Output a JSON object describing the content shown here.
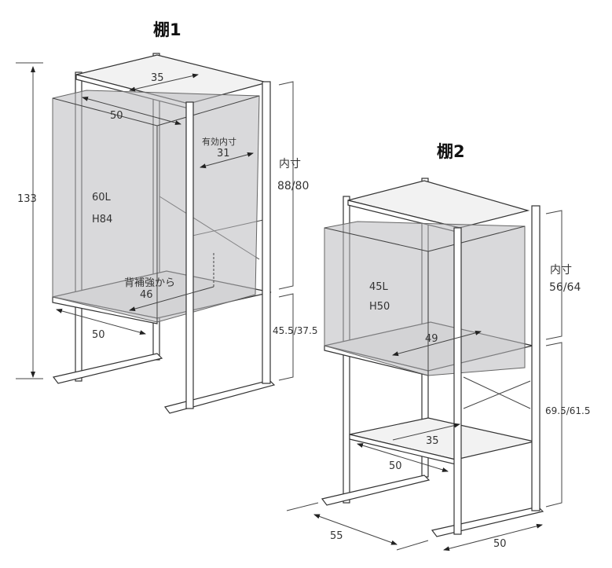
{
  "shelf1": {
    "title": "棚1",
    "height_total": "133",
    "top_depth": "35",
    "box_width": "50",
    "effective_inner_label": "有効内寸",
    "effective_inner_value": "31",
    "inner_label": "内寸",
    "inner_value": "88/80",
    "box_capacity": "60L",
    "box_height": "H84",
    "back_brace_label": "背補強から",
    "back_brace_value": "46",
    "shelf_width": "50",
    "lower_height": "45.5/37.5"
  },
  "shelf2": {
    "title": "棚2",
    "inner_label": "内寸",
    "inner_value": "56/64",
    "box_capacity": "45L",
    "box_height": "H50",
    "box_width": "49",
    "lower_height": "69.5/61.5",
    "lower_shelf_depth": "35",
    "lower_shelf_width": "50",
    "base_depth": "55",
    "base_width": "50"
  }
}
